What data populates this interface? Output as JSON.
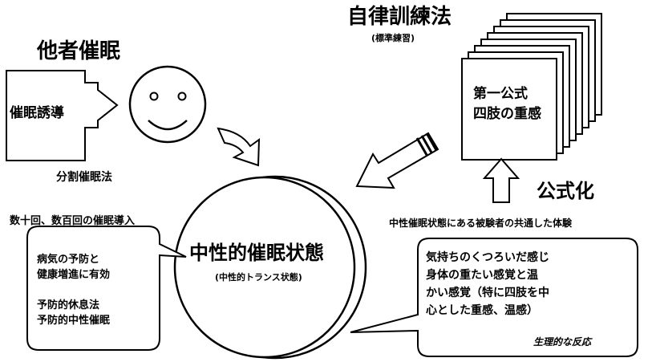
{
  "left": {
    "title": "他者催眠",
    "box_label": "催眠誘導",
    "caption": "分割催眠法"
  },
  "right": {
    "title": "自律訓練法",
    "subtitle": "(標準練習)",
    "doc_line1": "第一公式",
    "doc_line2": "四肢の重感",
    "formalize": "公式化",
    "shared_experience": "中性催眠状態にある被験者の共通した体験"
  },
  "center": {
    "induction_note": "数十回、数百回の催眠導入",
    "state_title": "中性的催眠状態",
    "state_subtitle": "(中性的トランス状態)"
  },
  "bubble_left": {
    "line1": "病気の予防と",
    "line2": "健康増進に有効",
    "line3": "予防的休息法",
    "line4": "予防的中性催眠"
  },
  "bubble_right": {
    "line1": "気持ちのくつろいだ感じ",
    "line2": "身体の重たい感覚と温",
    "line3": "かい感覚（特に四肢を中",
    "line4": "心とした重感、温感）",
    "caption": "生理的な反応"
  }
}
